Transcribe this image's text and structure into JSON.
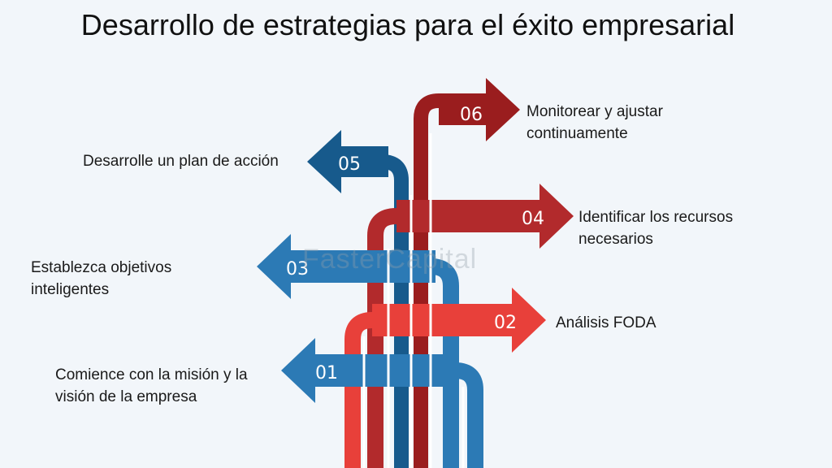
{
  "title": "Desarrollo de estrategias para el éxito empresarial",
  "watermark": "FasterCapital",
  "colors": {
    "blue": "#2c7ab5",
    "dark_blue": "#175a8c",
    "red": "#e8403a",
    "dark_red": "#b22a2c",
    "deep_red": "#9a1d1e",
    "background": "#f2f6fa"
  },
  "steps": [
    {
      "number": "01",
      "label": "Comience con la misión y la visión de la empresa",
      "direction": "left"
    },
    {
      "number": "02",
      "label": "Análisis FODA",
      "direction": "right"
    },
    {
      "number": "03",
      "label": "Establezca objetivos inteligentes",
      "direction": "left"
    },
    {
      "number": "04",
      "label": "Identificar los recursos necesarios",
      "direction": "right"
    },
    {
      "number": "05",
      "label": "Desarrolle un plan de acción",
      "direction": "left"
    },
    {
      "number": "06",
      "label": "Monitorear y ajustar continuamente",
      "direction": "right"
    }
  ]
}
